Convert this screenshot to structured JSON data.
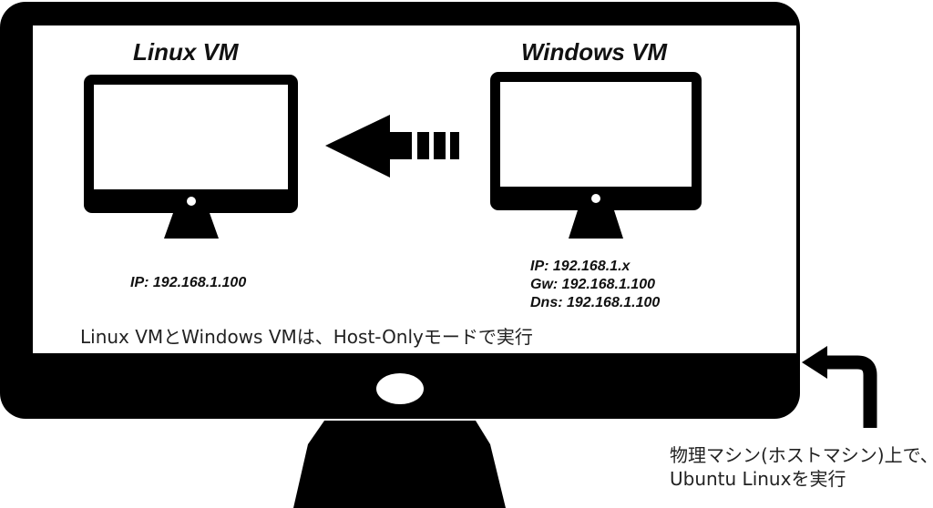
{
  "host": {
    "caption": "Linux VMとWindows VMは、Host-Onlyモードで実行",
    "note_lines": [
      "物理マシン(ホストマシン)上で、",
      "Ubuntu Linuxを実行"
    ]
  },
  "linux_vm": {
    "title": "Linux VM",
    "ip": "IP: 192.168.1.100"
  },
  "windows_vm": {
    "title": "Windows VM",
    "ip": "IP: 192.168.1.x",
    "gw": "Gw: 192.168.1.100",
    "dns": "Dns: 192.168.1.100"
  },
  "icons": [
    "host-monitor-icon",
    "linux-monitor-icon",
    "windows-monitor-icon",
    "left-arrow-icon",
    "curved-arrow-icon"
  ]
}
